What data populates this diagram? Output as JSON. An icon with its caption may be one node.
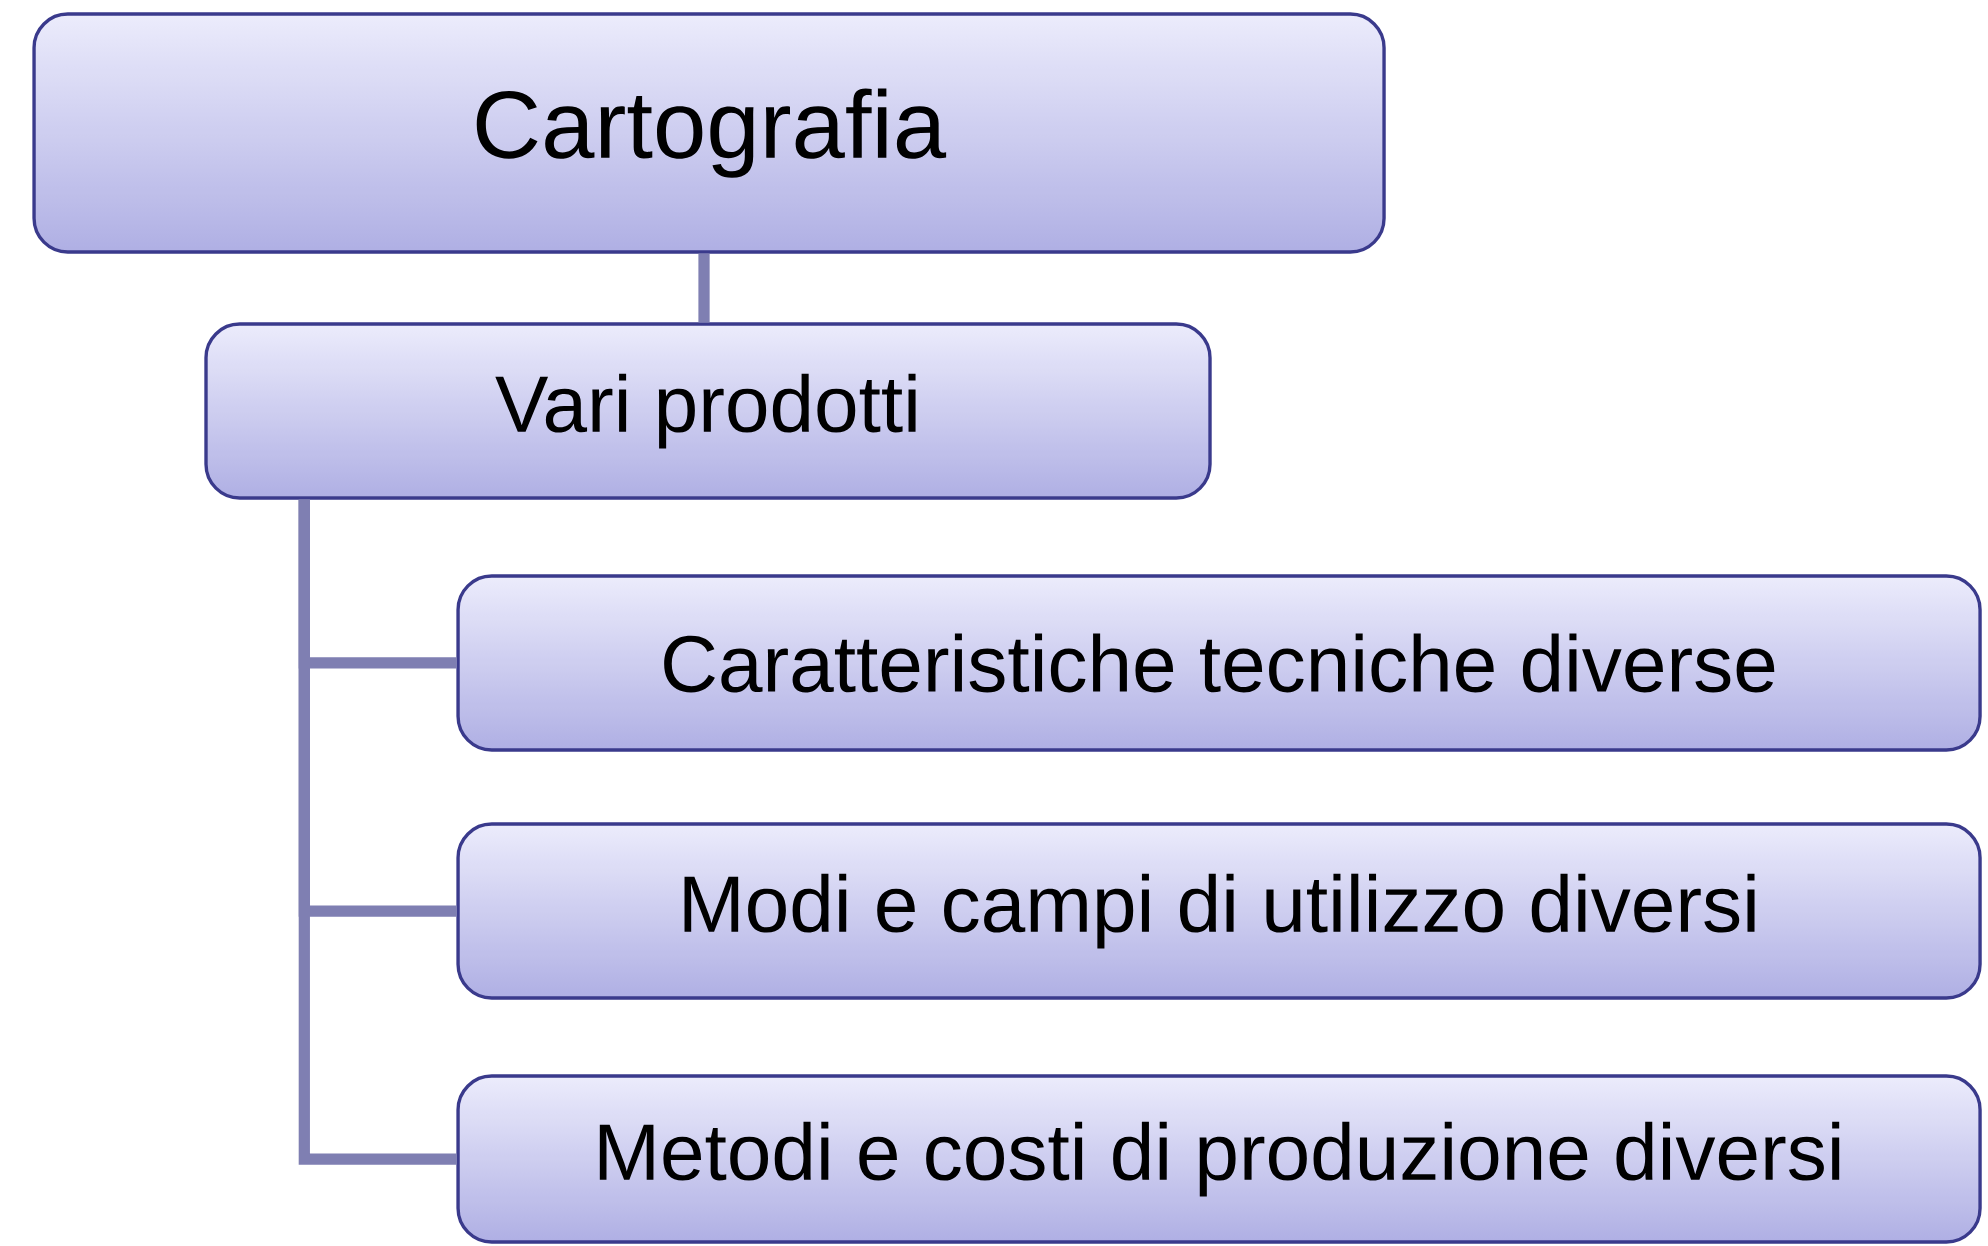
{
  "diagram": {
    "nodes": [
      {
        "text": [
          "Cartografia"
        ]
      },
      {
        "text": [
          "Vari prodotti"
        ]
      },
      {
        "text": [
          "Caratteristiche tecniche diverse"
        ]
      },
      {
        "text": [
          "Modi e campi di utilizzo diversi"
        ]
      },
      {
        "text": [
          "Metodi e costi di produzione diversi"
        ]
      }
    ],
    "edges": [
      {
        "from": 0,
        "to": 1,
        "arrow": "none"
      },
      {
        "from": 1,
        "to": 2,
        "arrow": "none"
      },
      {
        "from": 1,
        "to": 3,
        "arrow": "none"
      },
      {
        "from": 1,
        "to": 4,
        "arrow": "none"
      }
    ]
  }
}
